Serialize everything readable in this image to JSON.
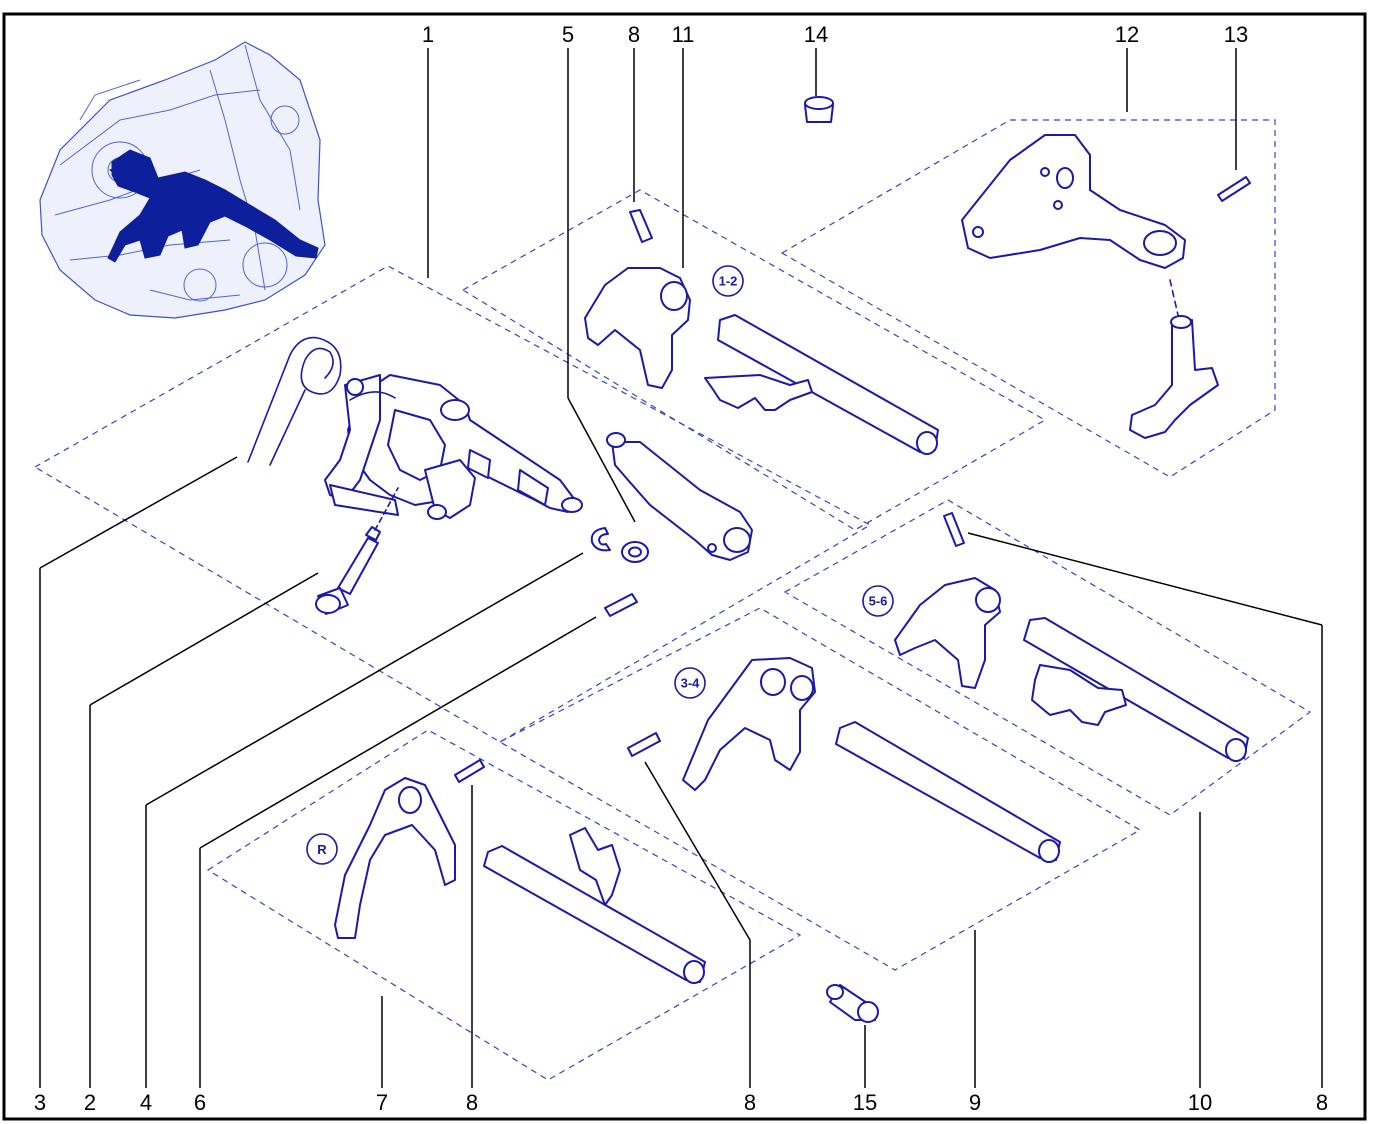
{
  "labels": {
    "l1": "1",
    "l2": "2",
    "l3": "3",
    "l4": "4",
    "l5": "5",
    "l6": "6",
    "l7": "7",
    "l8a": "8",
    "l8b": "8",
    "l8c": "8",
    "l8d": "8",
    "l9": "9",
    "l10": "10",
    "l11": "11",
    "l12": "12",
    "l13": "13",
    "l14": "14",
    "l15": "15"
  },
  "gears": {
    "g12": "1-2",
    "g34": "3-4",
    "g56": "5-6",
    "gR": "R"
  },
  "colors": {
    "part_line": "#1a1aa8",
    "dashed_outline": "#3346c2",
    "gearbox_highlight": "#0d1f9a",
    "leader_line": "#000000"
  }
}
